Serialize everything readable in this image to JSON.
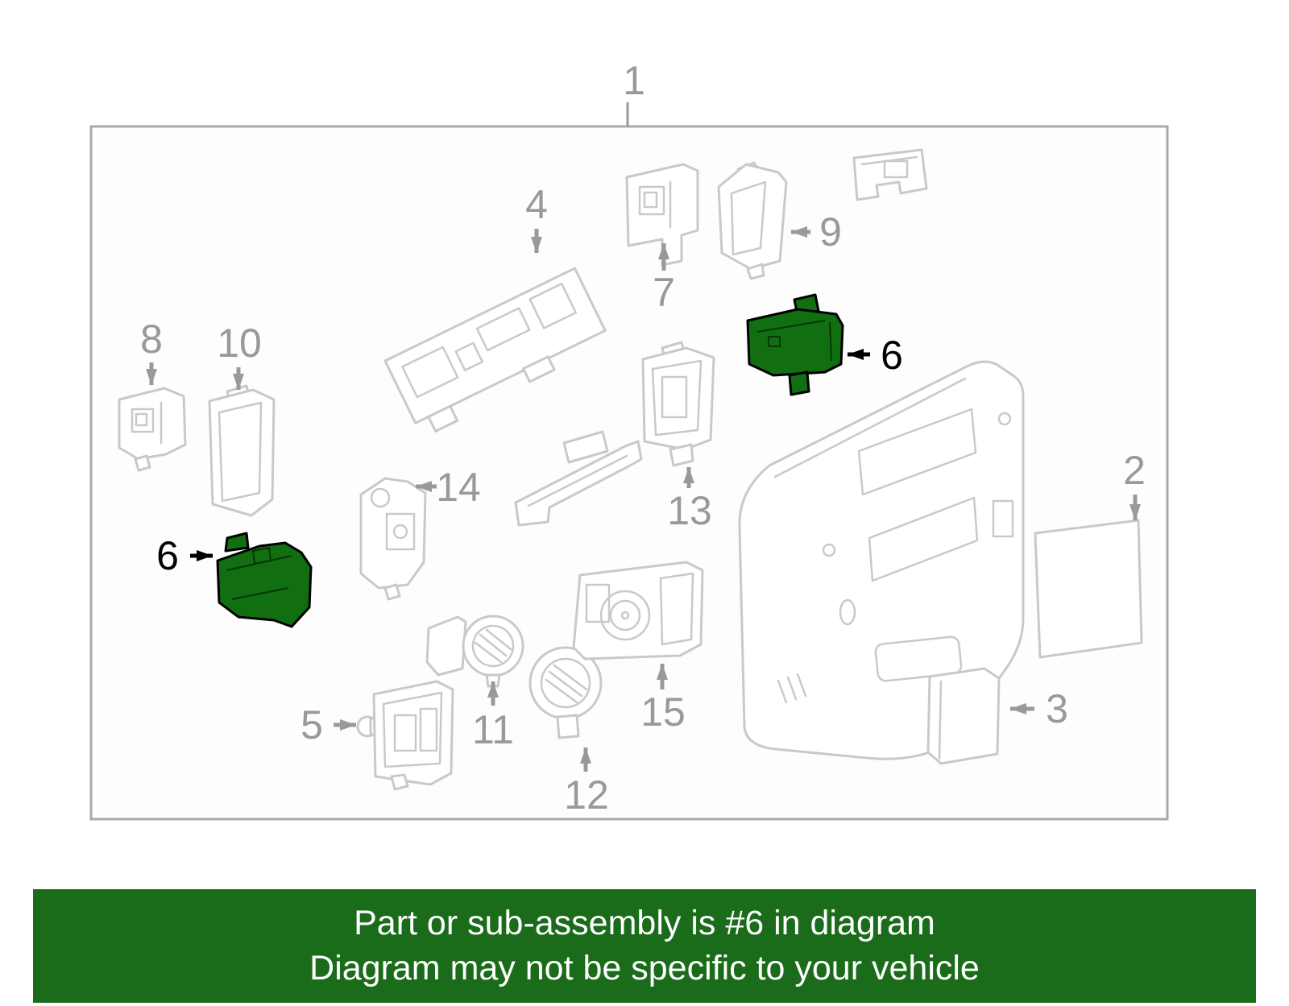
{
  "colors": {
    "highlight_green": "#116e11",
    "banner_green": "#1a6b1a",
    "line_art_gray": "#c9c9c9",
    "frame_border_gray": "#a9a9a9",
    "callout_number_gray": "#999999",
    "callout_number_black": "#000000",
    "banner_text_white": "#ffffff"
  },
  "diagram": {
    "callouts": [
      {
        "id": "1",
        "label": "1"
      },
      {
        "id": "2",
        "label": "2"
      },
      {
        "id": "3",
        "label": "3"
      },
      {
        "id": "4",
        "label": "4"
      },
      {
        "id": "5",
        "label": "5"
      },
      {
        "id": "6-left",
        "label": "6"
      },
      {
        "id": "6-right",
        "label": "6"
      },
      {
        "id": "7",
        "label": "7"
      },
      {
        "id": "8",
        "label": "8"
      },
      {
        "id": "9",
        "label": "9"
      },
      {
        "id": "10",
        "label": "10"
      },
      {
        "id": "11",
        "label": "11"
      },
      {
        "id": "12",
        "label": "12"
      },
      {
        "id": "13",
        "label": "13"
      },
      {
        "id": "14",
        "label": "14"
      },
      {
        "id": "15",
        "label": "15"
      }
    ],
    "highlighted_part_label": "6"
  },
  "banner": {
    "line1": "Part or sub-assembly is #6 in diagram",
    "line2": "Diagram may not be specific to your vehicle"
  }
}
